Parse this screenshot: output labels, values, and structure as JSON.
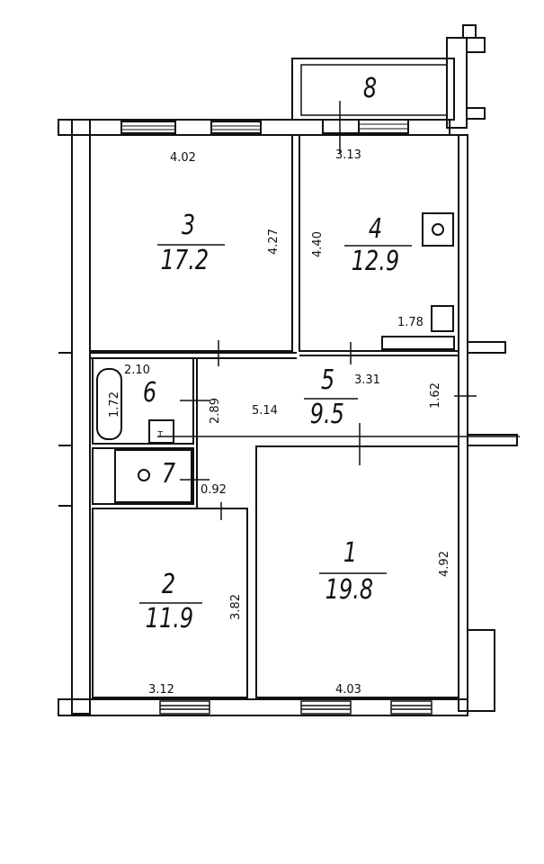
{
  "rooms": [
    {
      "number": "1",
      "area": "19.8"
    },
    {
      "number": "2",
      "area": "11.9"
    },
    {
      "number": "3",
      "area": "17.2"
    },
    {
      "number": "4",
      "area": "12.9"
    },
    {
      "number": "5",
      "area": "9.5"
    },
    {
      "number": "6"
    },
    {
      "number": "7"
    },
    {
      "number": "8"
    }
  ],
  "dimensions": {
    "r3_width": "4.02",
    "r3_height": "4.27",
    "r4_width": "3.13",
    "r4_height": "4.40",
    "r4_niche": "1.78",
    "r5_len": "5.14",
    "r5_width": "3.31",
    "r5_side": "1.62",
    "r5_left": "2.89",
    "r6_width": "2.10",
    "r6_height": "1.72",
    "r7_width": "0.92",
    "r2_width": "3.12",
    "r2_height": "3.82",
    "r1_width": "4.03",
    "r1_height": "4.92"
  }
}
